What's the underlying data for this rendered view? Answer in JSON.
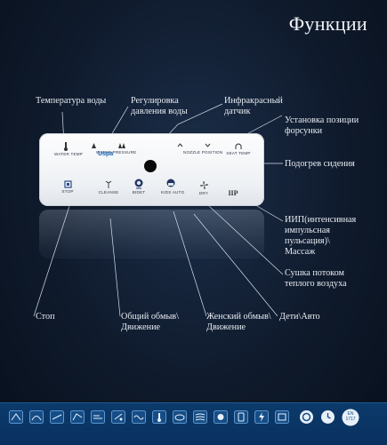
{
  "title": "Функции",
  "callouts": {
    "water_temp": "Температура воды",
    "pressure": [
      "Регулировка",
      "давления воды"
    ],
    "ir_sensor": [
      "Инфракрасный",
      "датчик"
    ],
    "nozzle_pos": [
      "Установка позиции",
      "форсунки"
    ],
    "seat_heat": "Подогрев сидения",
    "iip": [
      "ИИП(интенсивная",
      "импульсная",
      "пульсация)\\",
      "Массаж"
    ],
    "dryer": [
      "Сушка потоком",
      "теплого воздуха"
    ],
    "kids": "Дети\\Авто",
    "stop": "Стоп",
    "general": [
      "Общий обмыв\\",
      "Движение"
    ],
    "female": [
      "Женский обмыв\\",
      "Движение"
    ]
  },
  "panel": {
    "logo": "Uspa",
    "top_labels": {
      "water_temp": "WATER TEMP",
      "pressure": "WATER PRESSURE",
      "nozzle": "NOZZLE POSITION",
      "seat": "SEAT TEMP"
    },
    "bottom_labels": {
      "stop": "STOP",
      "cleanse": "CLEANSE",
      "bidet": "BIDET",
      "kids": "KIDS AUTO",
      "dry": "DRY"
    },
    "iip_label": "IIP"
  },
  "feature_icons": [
    "wash-icon",
    "spray-icon",
    "nozzle-icon",
    "seat-icon",
    "pressure-icon",
    "water-icon",
    "massage-icon",
    "temperature-icon",
    "auto-icon",
    "drying-icon",
    "nightlight-icon",
    "remote-icon",
    "energy-icon",
    "clock-icon",
    "timer-icon",
    "en-standard-icon"
  ],
  "footer_badge": [
    "EN",
    "1717"
  ]
}
